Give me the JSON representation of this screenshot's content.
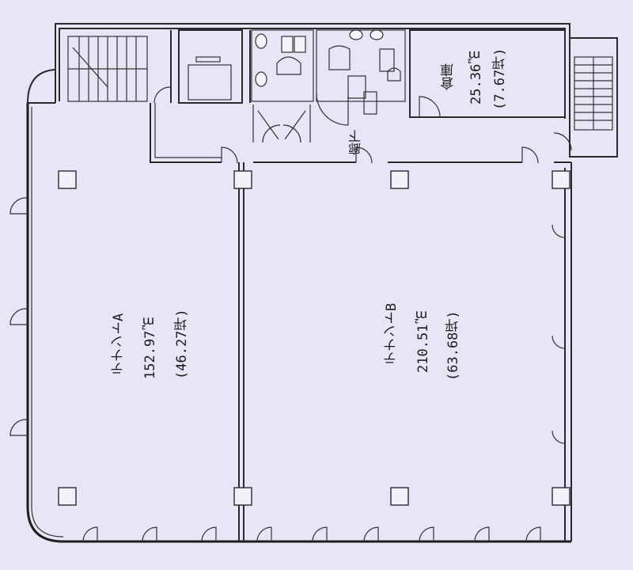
{
  "tenant_a": {
    "name": "テナントA",
    "area_m2": "152.97㎡",
    "area_tsubo": "(46.27坪)"
  },
  "tenant_b": {
    "name": "テナントB",
    "area_m2": "210.51㎡",
    "area_tsubo": "(63.68坪)"
  },
  "storage": {
    "name": "倉庫",
    "area_m2": "25.36㎡",
    "area_tsubo": "(7.67坪)"
  },
  "corridor": {
    "name": "廊下"
  },
  "colors": {
    "background": "#e7e6f6",
    "lines": "#2a2a2a"
  }
}
